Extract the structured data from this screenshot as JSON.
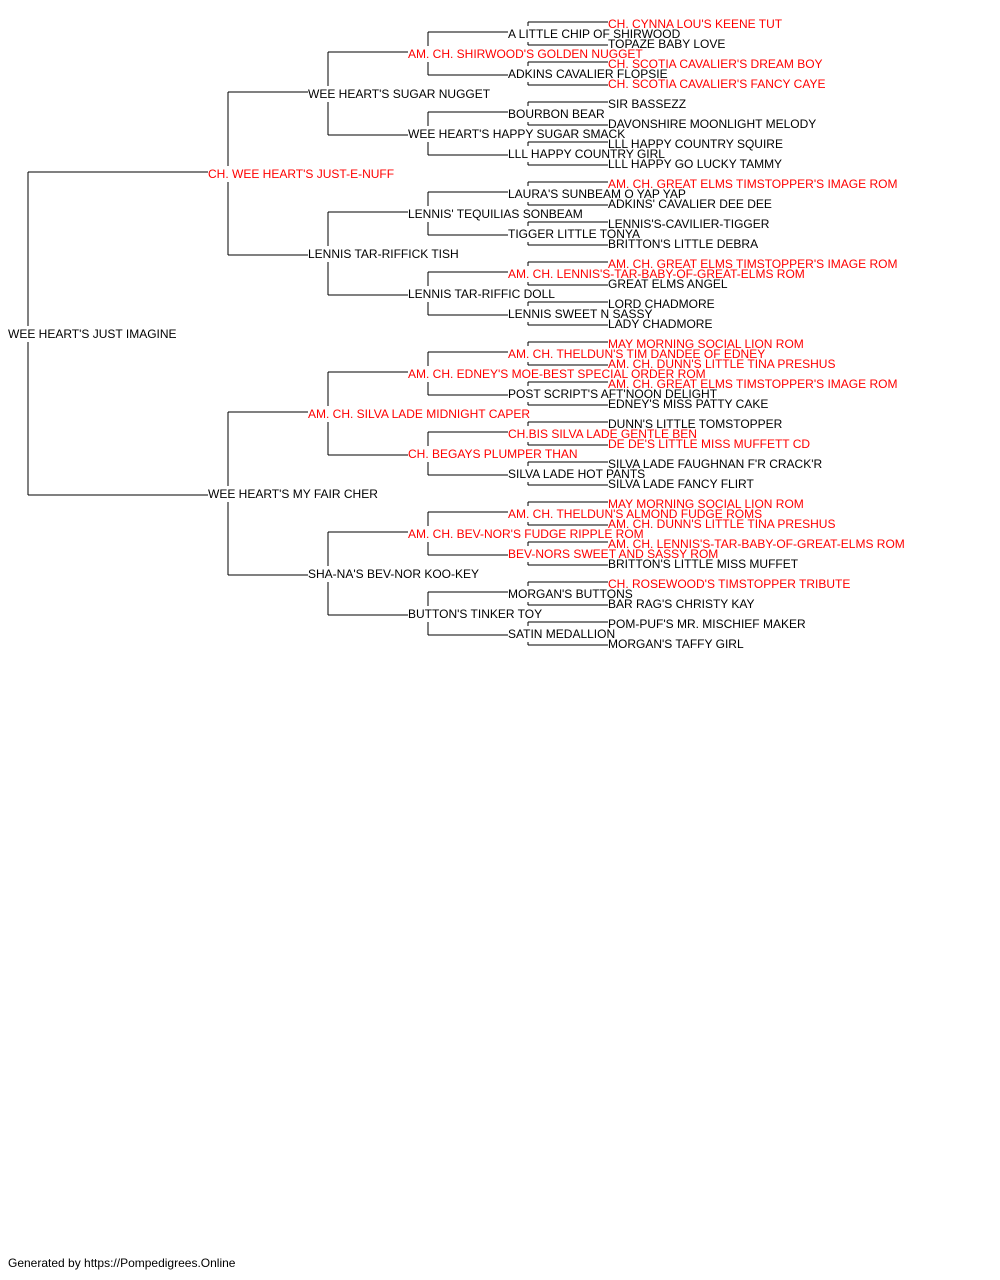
{
  "colors": {
    "champion": "#ff0000",
    "normal": "#000000",
    "line": "#000000"
  },
  "footer": "Generated by https://Pompedigrees.Online",
  "pedigree": {
    "name": "WEE HEART'S JUST IMAGINE",
    "ch": false,
    "sire": {
      "name": "CH. WEE HEART'S JUST-E-NUFF",
      "ch": true,
      "sire": {
        "name": "WEE HEART'S SUGAR NUGGET",
        "ch": false,
        "sire": {
          "name": "AM. CH. SHIRWOOD'S GOLDEN NUGGET",
          "ch": true,
          "sire": {
            "name": "A LITTLE CHIP OF SHIRWOOD",
            "ch": false,
            "sire": {
              "name": "CH. CYNNA LOU'S KEENE TUT",
              "ch": true
            },
            "dam": {
              "name": "TOPAZE BABY LOVE",
              "ch": false
            }
          },
          "dam": {
            "name": "ADKINS CAVALIER FLOPSIE",
            "ch": false,
            "sire": {
              "name": "CH. SCOTIA CAVALIER'S DREAM BOY",
              "ch": true
            },
            "dam": {
              "name": "CH. SCOTIA CAVALIER'S FANCY CAYE",
              "ch": true
            }
          }
        },
        "dam": {
          "name": "WEE HEART'S HAPPY SUGAR SMACK",
          "ch": false,
          "sire": {
            "name": "BOURBON BEAR",
            "ch": false,
            "sire": {
              "name": "SIR BASSEZZ",
              "ch": false
            },
            "dam": {
              "name": "DAVONSHIRE MOONLIGHT MELODY",
              "ch": false
            }
          },
          "dam": {
            "name": "LLL HAPPY COUNTRY GIRL",
            "ch": false,
            "sire": {
              "name": "LLL HAPPY COUNTRY SQUIRE",
              "ch": false
            },
            "dam": {
              "name": "LLL HAPPY GO LUCKY TAMMY",
              "ch": false
            }
          }
        }
      },
      "dam": {
        "name": "LENNIS TAR-RIFFICK TISH",
        "ch": false,
        "sire": {
          "name": "LENNIS' TEQUILIAS SONBEAM",
          "ch": false,
          "sire": {
            "name": "LAURA'S SUNBEAM O YAP YAP",
            "ch": false,
            "sire": {
              "name": "AM. CH. GREAT ELMS TIMSTOPPER'S IMAGE ROM",
              "ch": true
            },
            "dam": {
              "name": "ADKINS' CAVALIER DEE DEE",
              "ch": false
            }
          },
          "dam": {
            "name": "TIGGER LITTLE TONYA",
            "ch": false,
            "sire": {
              "name": "LENNIS'S-CAVILIER-TIGGER",
              "ch": false
            },
            "dam": {
              "name": "BRITTON'S LITTLE DEBRA",
              "ch": false
            }
          }
        },
        "dam": {
          "name": "LENNIS TAR-RIFFIC DOLL",
          "ch": false,
          "sire": {
            "name": "AM. CH. LENNIS'S-TAR-BABY-OF-GREAT-ELMS ROM",
            "ch": true,
            "sire": {
              "name": "AM. CH. GREAT ELMS TIMSTOPPER'S IMAGE ROM",
              "ch": true
            },
            "dam": {
              "name": "GREAT ELMS ANGEL",
              "ch": false
            }
          },
          "dam": {
            "name": "LENNIS SWEET N SASSY",
            "ch": false,
            "sire": {
              "name": "LORD CHADMORE",
              "ch": false
            },
            "dam": {
              "name": "LADY CHADMORE",
              "ch": false
            }
          }
        }
      }
    },
    "dam": {
      "name": "WEE HEART'S MY FAIR CHER",
      "ch": false,
      "sire": {
        "name": "AM. CH. SILVA LADE MIDNIGHT CAPER",
        "ch": true,
        "sire": {
          "name": "AM. CH. EDNEY'S MOE-BEST SPECIAL ORDER ROM",
          "ch": true,
          "sire": {
            "name": "AM. CH. THELDUN'S TIM DANDEE OF EDNEY",
            "ch": true,
            "sire": {
              "name": "MAY MORNING SOCIAL LION ROM",
              "ch": true
            },
            "dam": {
              "name": "AM. CH. DUNN'S LITTLE TINA PRESHUS",
              "ch": true
            }
          },
          "dam": {
            "name": "POST SCRIPT'S AFT'NOON DELIGHT",
            "ch": false,
            "sire": {
              "name": "AM. CH. GREAT ELMS TIMSTOPPER'S IMAGE ROM",
              "ch": true
            },
            "dam": {
              "name": "EDNEY'S MISS PATTY CAKE",
              "ch": false
            }
          }
        },
        "dam": {
          "name": "CH. BEGAYS PLUMPER THAN",
          "ch": true,
          "sire": {
            "name": "CH.BIS SILVA LADE GENTLE BEN",
            "ch": true,
            "sire": {
              "name": "DUNN'S LITTLE TOMSTOPPER",
              "ch": false
            },
            "dam": {
              "name": "DE DE'S LITTLE MISS MUFFETT CD",
              "ch": true
            }
          },
          "dam": {
            "name": "SILVA LADE HOT PANTS",
            "ch": false,
            "sire": {
              "name": "SILVA LADE FAUGHNAN F'R CRACK'R",
              "ch": false
            },
            "dam": {
              "name": "SILVA LADE FANCY FLIRT",
              "ch": false
            }
          }
        }
      },
      "dam": {
        "name": "SHA-NA'S BEV-NOR KOO-KEY",
        "ch": false,
        "sire": {
          "name": "AM. CH. BEV-NOR'S FUDGE RIPPLE ROM",
          "ch": true,
          "sire": {
            "name": "AM. CH. THELDUN'S ALMOND FUDGE ROMS",
            "ch": true,
            "sire": {
              "name": "MAY MORNING SOCIAL LION ROM",
              "ch": true
            },
            "dam": {
              "name": "AM. CH. DUNN'S LITTLE TINA PRESHUS",
              "ch": true
            }
          },
          "dam": {
            "name": "BEV-NORS SWEET AND SASSY ROM",
            "ch": true,
            "sire": {
              "name": "AM. CH. LENNIS'S-TAR-BABY-OF-GREAT-ELMS ROM",
              "ch": true
            },
            "dam": {
              "name": "BRITTON'S LITTLE MISS MUFFET",
              "ch": false
            }
          }
        },
        "dam": {
          "name": "BUTTON'S TINKER TOY",
          "ch": false,
          "sire": {
            "name": "MORGAN'S BUTTONS",
            "ch": false,
            "sire": {
              "name": "CH. ROSEWOOD'S TIMSTOPPER TRIBUTE",
              "ch": true
            },
            "dam": {
              "name": "BAR RAG'S CHRISTY KAY",
              "ch": false
            }
          },
          "dam": {
            "name": "SATIN MEDALLION",
            "ch": false,
            "sire": {
              "name": "POM-PUF'S MR. MISCHIEF MAKER",
              "ch": false
            },
            "dam": {
              "name": "MORGAN'S TAFFY GIRL",
              "ch": false
            }
          }
        }
      }
    }
  }
}
